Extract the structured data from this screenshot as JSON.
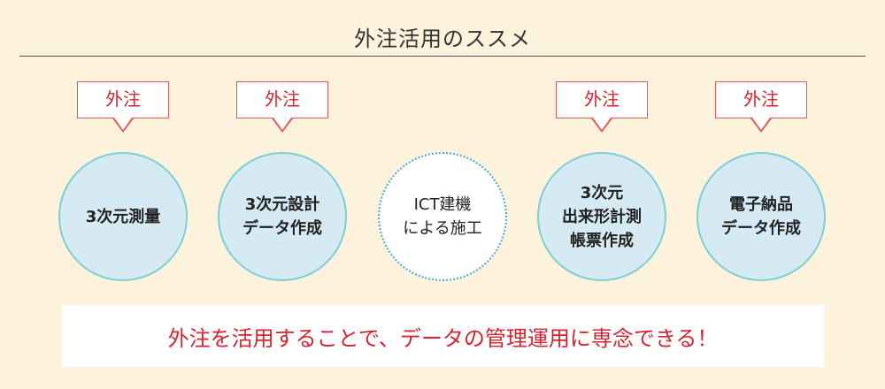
{
  "header": {
    "title": "外注活用のススメ"
  },
  "callouts": [
    {
      "label": "外注"
    },
    {
      "label": "外注"
    },
    {
      "label": "外注"
    },
    {
      "label": "外注"
    }
  ],
  "steps": [
    {
      "label": "3次元測量",
      "outsourced": true
    },
    {
      "label": "3次元設計\nデータ作成",
      "outsourced": true
    },
    {
      "label": "ICT建機\nによる施工",
      "outsourced": false
    },
    {
      "label": "3次元\n出来形計測\n帳票作成",
      "outsourced": true
    },
    {
      "label": "電子納品\nデータ作成",
      "outsourced": true
    }
  ],
  "banner": {
    "text": "外注を活用することで、データの管理運用に専念できる！"
  },
  "colors": {
    "background": "#fdf3dc",
    "accent_red": "#d42430",
    "circle_fill": "#d5eaf3",
    "circle_border": "#7ccfd4",
    "dotted_border": "#49a6cc"
  }
}
